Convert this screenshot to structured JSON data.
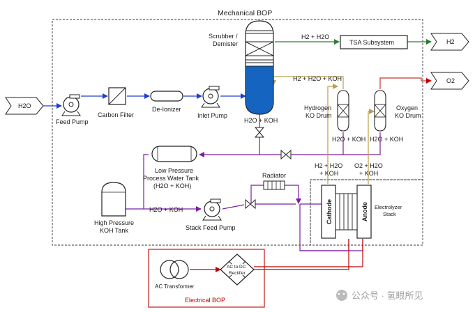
{
  "boundaries": {
    "mechanical": "Mechanical BOP",
    "electrical": "Electrical BOP"
  },
  "streams": {
    "h2o_inlet": "H2O",
    "h2_outlet": "H2",
    "o2_outlet": "O2",
    "scrubber_out": "H2 + H2O",
    "h2_mix": "H2 + H2O + KOH",
    "scrubber_bottom": "H2O + KOH",
    "h2_drum_bottom": "H2O + KOH",
    "o2_drum_bottom": "H2O + KOH",
    "cathode_out_1": "H2 + H2O",
    "cathode_out_2": "+ KOH",
    "anode_out_1": "O2 + H2O",
    "anode_out_2": "+ KOH",
    "koh_line": "H2O + KOH"
  },
  "equipment": {
    "feed_pump": "Feed Pump",
    "carbon_filter": "Carbon Filter",
    "deionizer": "De-Ionizer",
    "inlet_pump": "Inlet Pump",
    "scrubber_1": "Scrubber /",
    "scrubber_2": "Demister",
    "tsa": "TSA Subsystem",
    "h2_drum_1": "Hydrogen",
    "h2_drum_2": "KO Drum",
    "o2_drum_1": "Oxygen",
    "o2_drum_2": "KO Drum",
    "lp_tank_1": "Low Pressure",
    "lp_tank_2": "Process Water Tank",
    "lp_tank_3": "(H2O + KOH)",
    "hp_tank_1": "High Pressure",
    "hp_tank_2": "KOH Tank",
    "stack_pump": "Stack Feed Pump",
    "radiator": "Radiator",
    "cathode": "Cathode",
    "anode": "Anode",
    "stack_1": "Electrolyzer",
    "stack_2": "Stack",
    "transformer": "AC Transformer",
    "rectifier_1": "AC to DC",
    "rectifier_2": "Rectifier"
  },
  "watermark": "公众号 · 氢眼所见",
  "colors": {
    "water": "#1f3fd0",
    "koh": "#7a1fa0",
    "hydrogen_line": "#2e7d32",
    "gas_mix": "#b8a04a",
    "electrical": "#c00000",
    "scrubber_fill": "#1565c0"
  }
}
